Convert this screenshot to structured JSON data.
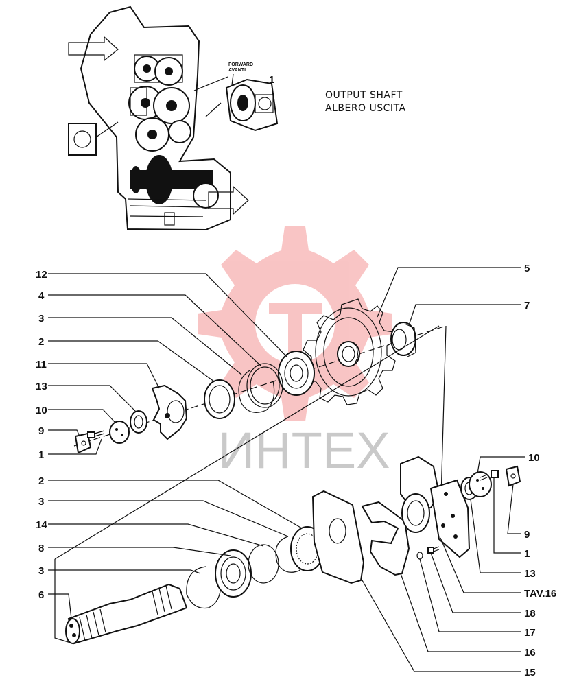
{
  "title": {
    "line1": "OUTPUT SHAFT",
    "line2": "ALBERO USCITA"
  },
  "overview": {
    "forward_label_1": "FORWARD",
    "forward_label_2": "AVANTI",
    "detail_ref": "1"
  },
  "watermark": {
    "text": "ИНТЕХ",
    "color": "#e83030"
  },
  "callouts": {
    "top_left": [
      "12",
      "4",
      "3",
      "2",
      "11",
      "13",
      "10",
      "9",
      "1"
    ],
    "top_right": [
      "5",
      "7"
    ],
    "bottom_left": [
      "2",
      "3",
      "14",
      "8",
      "3",
      "6"
    ],
    "bottom_right": [
      "10",
      "9",
      "1",
      "13",
      "TAV.16",
      "18",
      "17",
      "16",
      "15"
    ]
  }
}
